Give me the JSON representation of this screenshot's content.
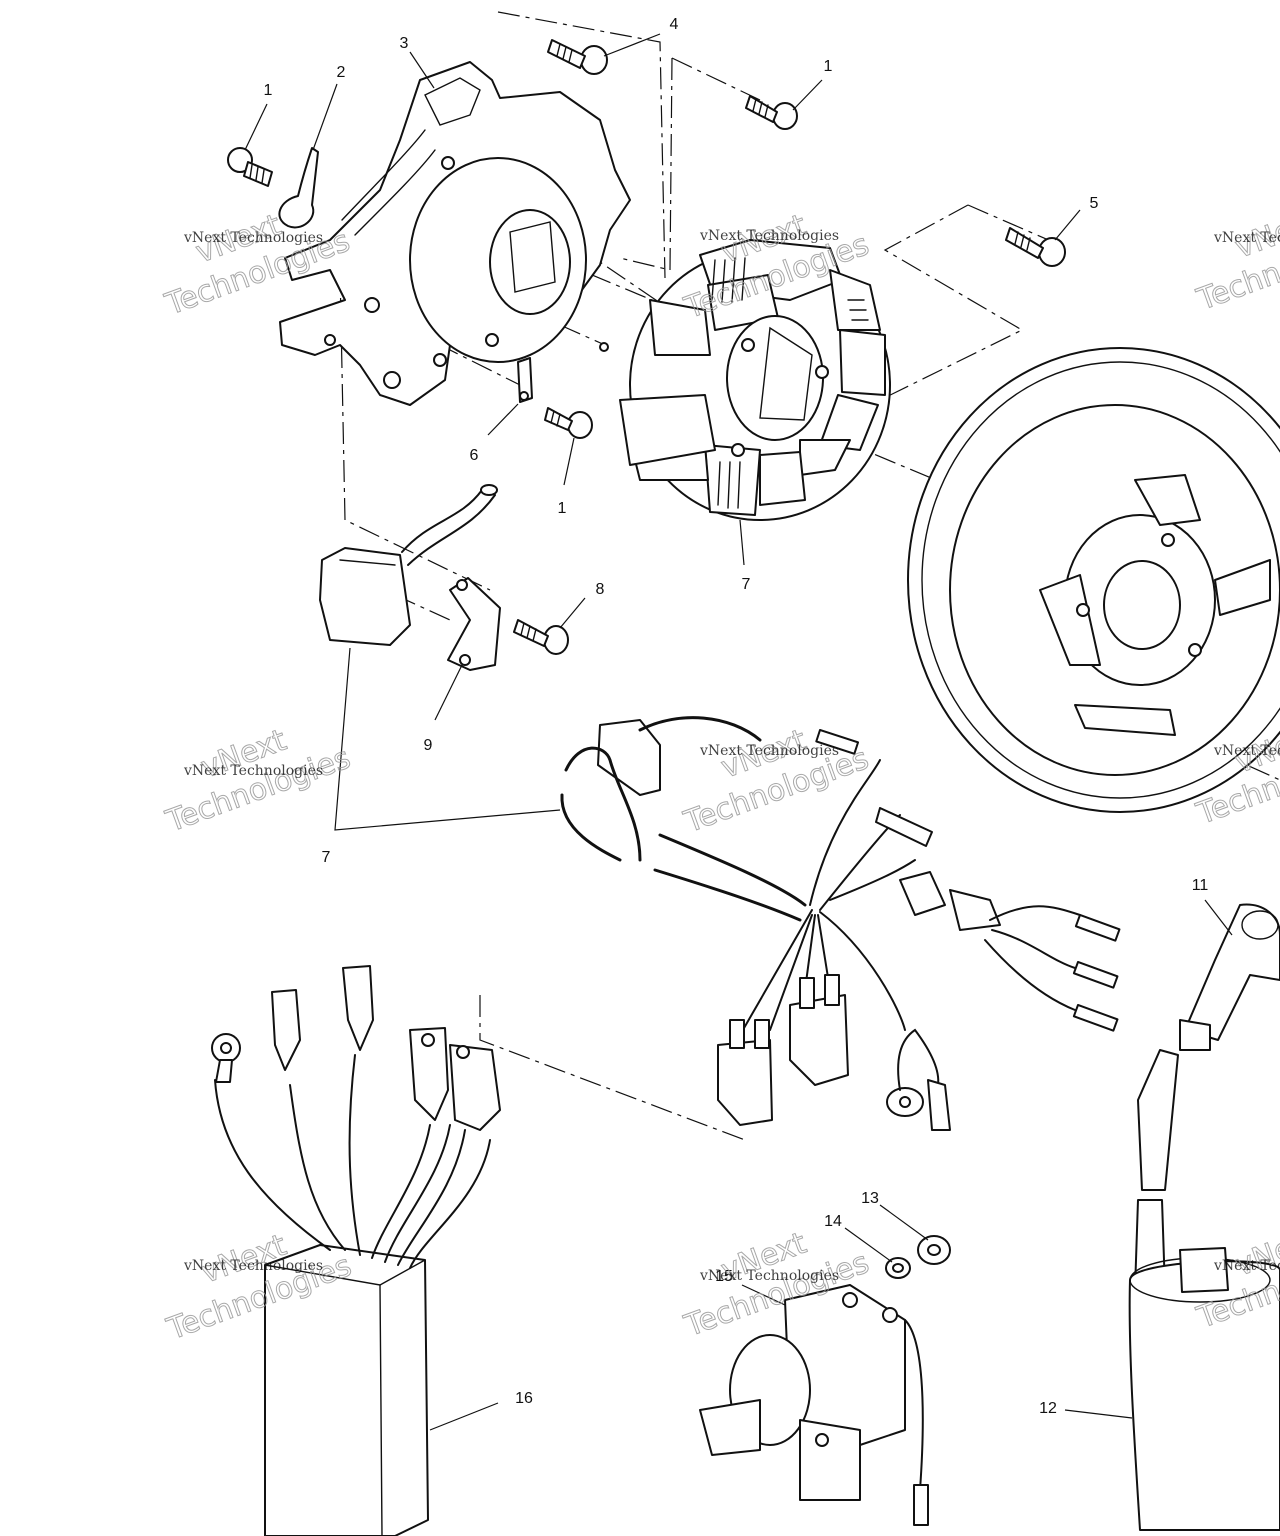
{
  "callouts": [
    {
      "id": "c1a",
      "text": "1"
    },
    {
      "id": "c2",
      "text": "2"
    },
    {
      "id": "c3",
      "text": "3"
    },
    {
      "id": "c4",
      "text": "4"
    },
    {
      "id": "c1b",
      "text": "1"
    },
    {
      "id": "c5",
      "text": "5"
    },
    {
      "id": "c6",
      "text": "6"
    },
    {
      "id": "c1c",
      "text": "1"
    },
    {
      "id": "c7a",
      "text": "7"
    },
    {
      "id": "c8",
      "text": "8"
    },
    {
      "id": "c9",
      "text": "9"
    },
    {
      "id": "c7b",
      "text": "7"
    },
    {
      "id": "c11",
      "text": "11"
    },
    {
      "id": "c13",
      "text": "13"
    },
    {
      "id": "c14",
      "text": "14"
    },
    {
      "id": "c15",
      "text": "15"
    },
    {
      "id": "c16",
      "text": "16"
    },
    {
      "id": "c12",
      "text": "12"
    }
  ],
  "watermark": {
    "small": "vNext Technologies",
    "large_top": "vNext",
    "large_bottom": "Technologies"
  }
}
